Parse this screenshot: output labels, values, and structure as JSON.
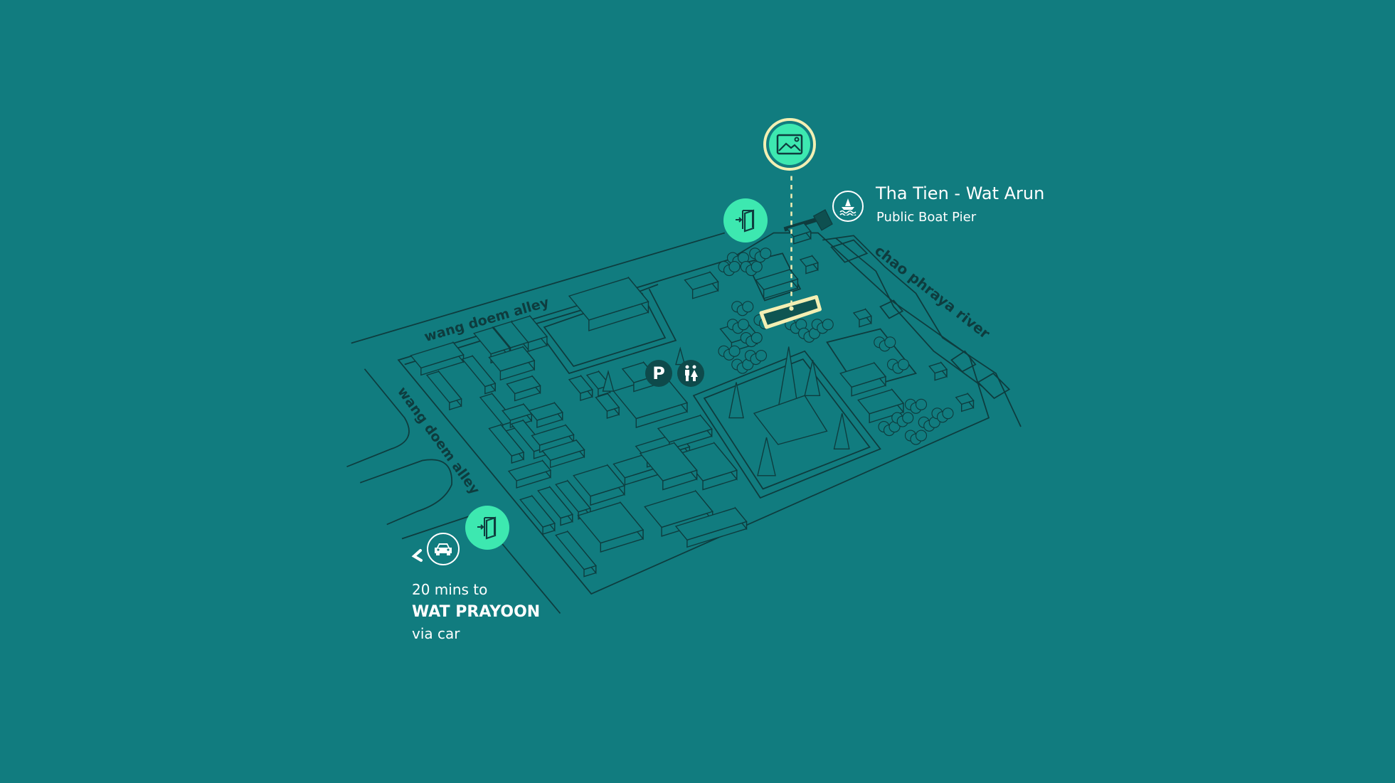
{
  "pier": {
    "title": "Tha Tien - Wat Arun",
    "subtitle": "Public Boat Pier",
    "icon": "boat-icon"
  },
  "streets": {
    "top": "wang doem alley",
    "left": "wang doem alley",
    "river": "chao phraya river"
  },
  "route": {
    "line1": "20 mins to",
    "destination": "WAT PRAYOON",
    "line3": "via car",
    "icon": "car-icon"
  },
  "markers": {
    "photo": "image-icon",
    "entrance": "door-entrance-icon",
    "parking": "P",
    "restroom": "restroom-icon"
  },
  "colors": {
    "background": "#117c7f",
    "lines": "#0e3c3e",
    "accent": "#3de8b0",
    "highlight": "#f3efb3"
  }
}
